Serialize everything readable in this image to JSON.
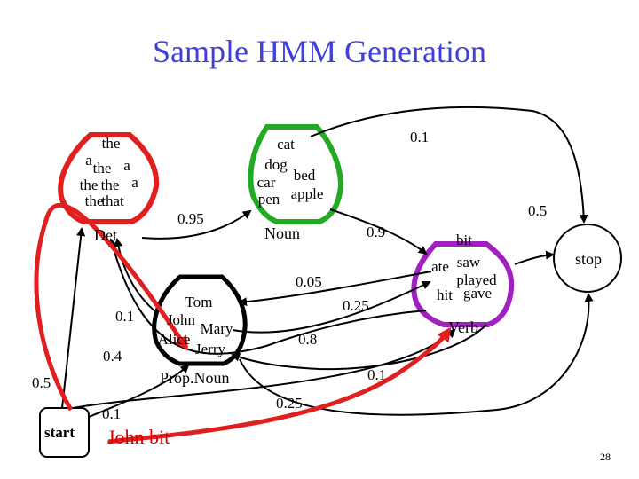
{
  "title": "Sample HMM Generation",
  "colors": {
    "title": "#4040d8",
    "det_urn": "#e02020",
    "noun_urn": "#22aa22",
    "verb_urn": "#a020c0",
    "propnoun_urn": "#000000",
    "generated_path": "#e02020"
  },
  "states": {
    "det": {
      "label": "Det",
      "words": [
        "the",
        "a",
        "the",
        "a",
        "the",
        "the",
        "a",
        "the",
        "that"
      ]
    },
    "noun": {
      "label": "Noun",
      "words": [
        "cat",
        "dog",
        "bed",
        "car",
        "pen",
        "apple"
      ]
    },
    "propnoun": {
      "label": "Prop.Noun",
      "words": [
        "Tom",
        "John",
        "Mary",
        "Alice",
        "Jerry"
      ]
    },
    "verb": {
      "label": "Verb",
      "words": [
        "bit",
        "ate",
        "saw",
        "played",
        "hit",
        "gave"
      ]
    },
    "start": {
      "label": "start"
    },
    "stop": {
      "label": "stop"
    }
  },
  "transitions": {
    "noun_stop": "0.1",
    "verb_stop": "0.5",
    "det_noun": "0.95",
    "noun_verb": "0.9",
    "noun_propnoun": "0.05",
    "start_det": "0.5",
    "propnoun_det": "0.1",
    "propnoun_verb": "0.8",
    "verb_det": "0.25",
    "start_propnoun": "0.4",
    "verb_propnoun": "0.1",
    "start_verb": "0.1",
    "propnoun_stop": "0.25"
  },
  "generated_text": "John bit",
  "page_number": "28"
}
